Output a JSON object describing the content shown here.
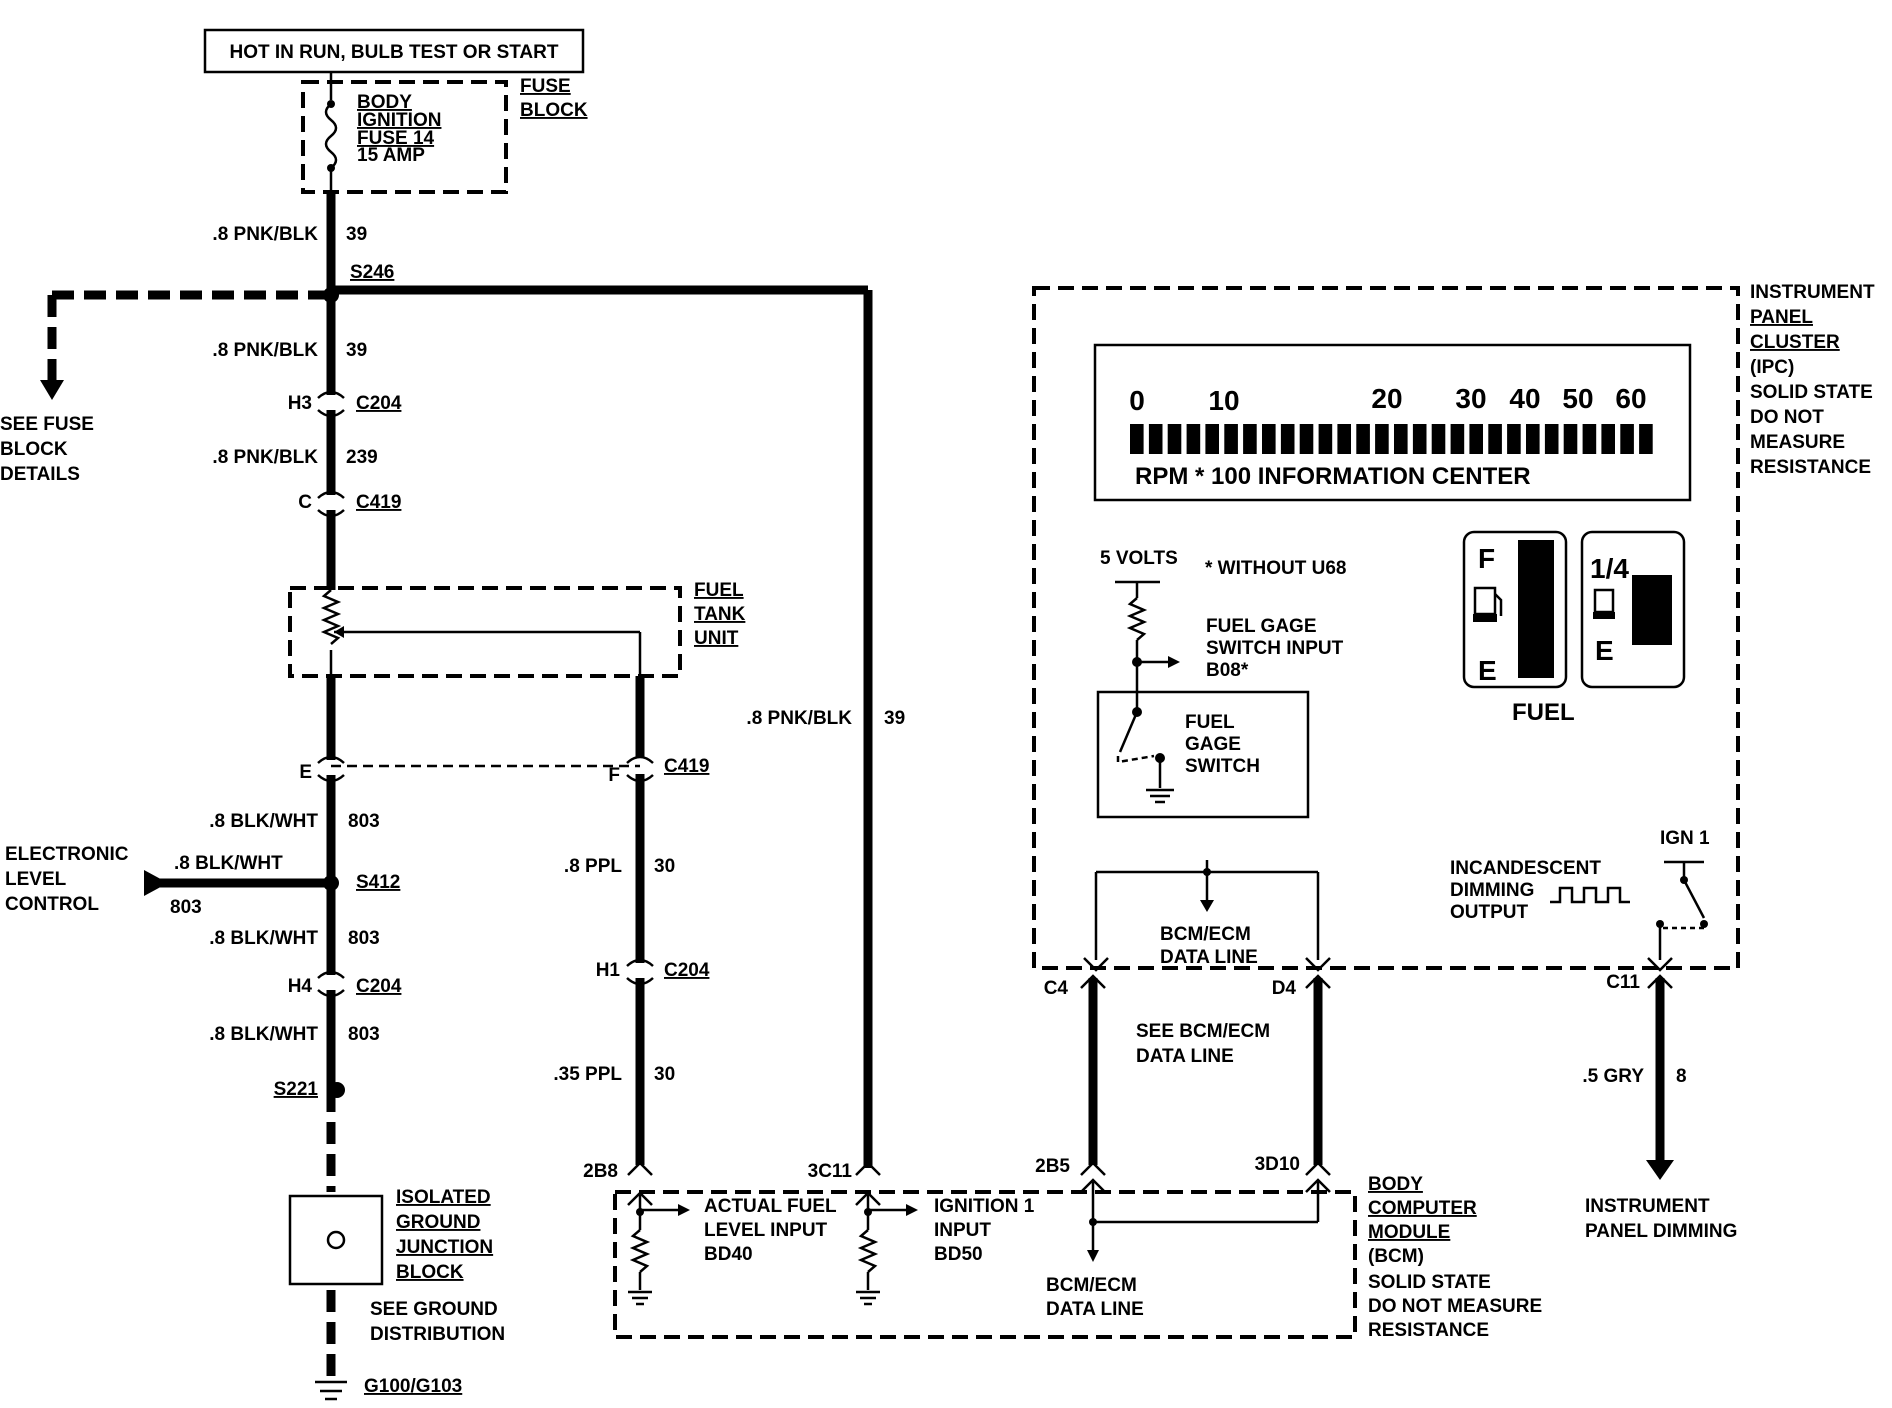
{
  "top_box": "HOT IN RUN, BULB TEST OR START",
  "fuse": {
    "l1": "BODY",
    "l2": "IGNITION",
    "l3": "FUSE 14",
    "l4": "15 AMP",
    "block1": "FUSE",
    "block2": "BLOCK"
  },
  "wires": {
    "w1": ".8 PNK/BLK",
    "c1": "39",
    "s246": "S246",
    "w2": ".8 PNK/BLK",
    "c2": "39",
    "h3": "H3",
    "c204a": "C204",
    "w3": ".8 PNK/BLK",
    "c3": "239",
    "c": "C",
    "c419a": "C419",
    "e": "E",
    "w4": ".8 BLK/WHT",
    "c4": "803",
    "elc_w": ".8 BLK/WHT",
    "elc_c": "803",
    "s412": "S412",
    "w5": ".8 BLK/WHT",
    "c5": "803",
    "h4": "H4",
    "c204b": "C204",
    "w6": ".8 BLK/WHT",
    "c6": "803",
    "s221": "S221",
    "f": "F",
    "c419b": "C419",
    "w7": ".8 PPL",
    "c7": "30",
    "h1": "H1",
    "c204c": "C204",
    "w8": ".35 PPL",
    "c8": "30",
    "pin2b8": "2B8",
    "w9": ".8 PNK/BLK",
    "c9": "39",
    "pin3c11": "3C11",
    "pin2b5": "2B5",
    "pin3d10": "3D10",
    "c4pin": "C4",
    "d4pin": "D4",
    "c11pin": "C11",
    "w10": ".5 GRY",
    "c10": "8",
    "g100": "G100/G103"
  },
  "see_fuse": {
    "l1": "SEE FUSE",
    "l2": "BLOCK",
    "l3": "DETAILS"
  },
  "fuel_tank": {
    "l1": "FUEL",
    "l2": "TANK",
    "l3": "UNIT"
  },
  "elc": {
    "l1": "ELECTRONIC",
    "l2": "LEVEL",
    "l3": "CONTROL"
  },
  "ground_block": {
    "l1": "ISOLATED",
    "l2": "GROUND",
    "l3": "JUNCTION",
    "l4": "BLOCK",
    "see1": "SEE GROUND",
    "see2": "DISTRIBUTION"
  },
  "bcm": {
    "actual1": "ACTUAL FUEL",
    "actual2": "LEVEL INPUT",
    "actual3": "BD40",
    "ign1": "IGNITION 1",
    "ign2": "INPUT",
    "ign3": "BD50",
    "data1": "BCM/ECM",
    "data2": "DATA LINE",
    "lbl1": "BODY",
    "lbl2": "COMPUTER",
    "lbl3": "MODULE",
    "lbl4": "(BCM)",
    "lbl5": "SOLID STATE",
    "lbl6": "DO NOT MEASURE",
    "lbl7": "RESISTANCE"
  },
  "see_bcm": {
    "l1": "SEE BCM/ECM",
    "l2": "DATA LINE"
  },
  "ipc": {
    "lbl1": "INSTRUMENT",
    "lbl2": "PANEL",
    "lbl3": "CLUSTER",
    "lbl4": "(IPC)",
    "lbl5": "SOLID STATE",
    "lbl6": "DO NOT",
    "lbl7": "MEASURE",
    "lbl8": "RESISTANCE",
    "ticks": [
      "0",
      "10",
      "20",
      "30",
      "40",
      "50",
      "60"
    ],
    "info": "RPM * 100  INFORMATION CENTER",
    "volts": "5 VOLTS",
    "without": "* WITHOUT U68",
    "gage_in1": "FUEL GAGE",
    "gage_in2": "SWITCH INPUT",
    "gage_in3": "B08*",
    "sw1": "FUEL",
    "sw2": "GAGE",
    "sw3": "SWITCH",
    "fuel": "FUEL",
    "F": "F",
    "E": "E",
    "E2": "E",
    "quarter": "1/4",
    "data1": "BCM/ECM",
    "data2": "DATA LINE",
    "inc1": "INCANDESCENT",
    "inc2": "DIMMING",
    "inc3": "OUTPUT",
    "ign": "IGN 1"
  },
  "ip_dim": {
    "l1": "INSTRUMENT",
    "l2": "PANEL DIMMING"
  }
}
